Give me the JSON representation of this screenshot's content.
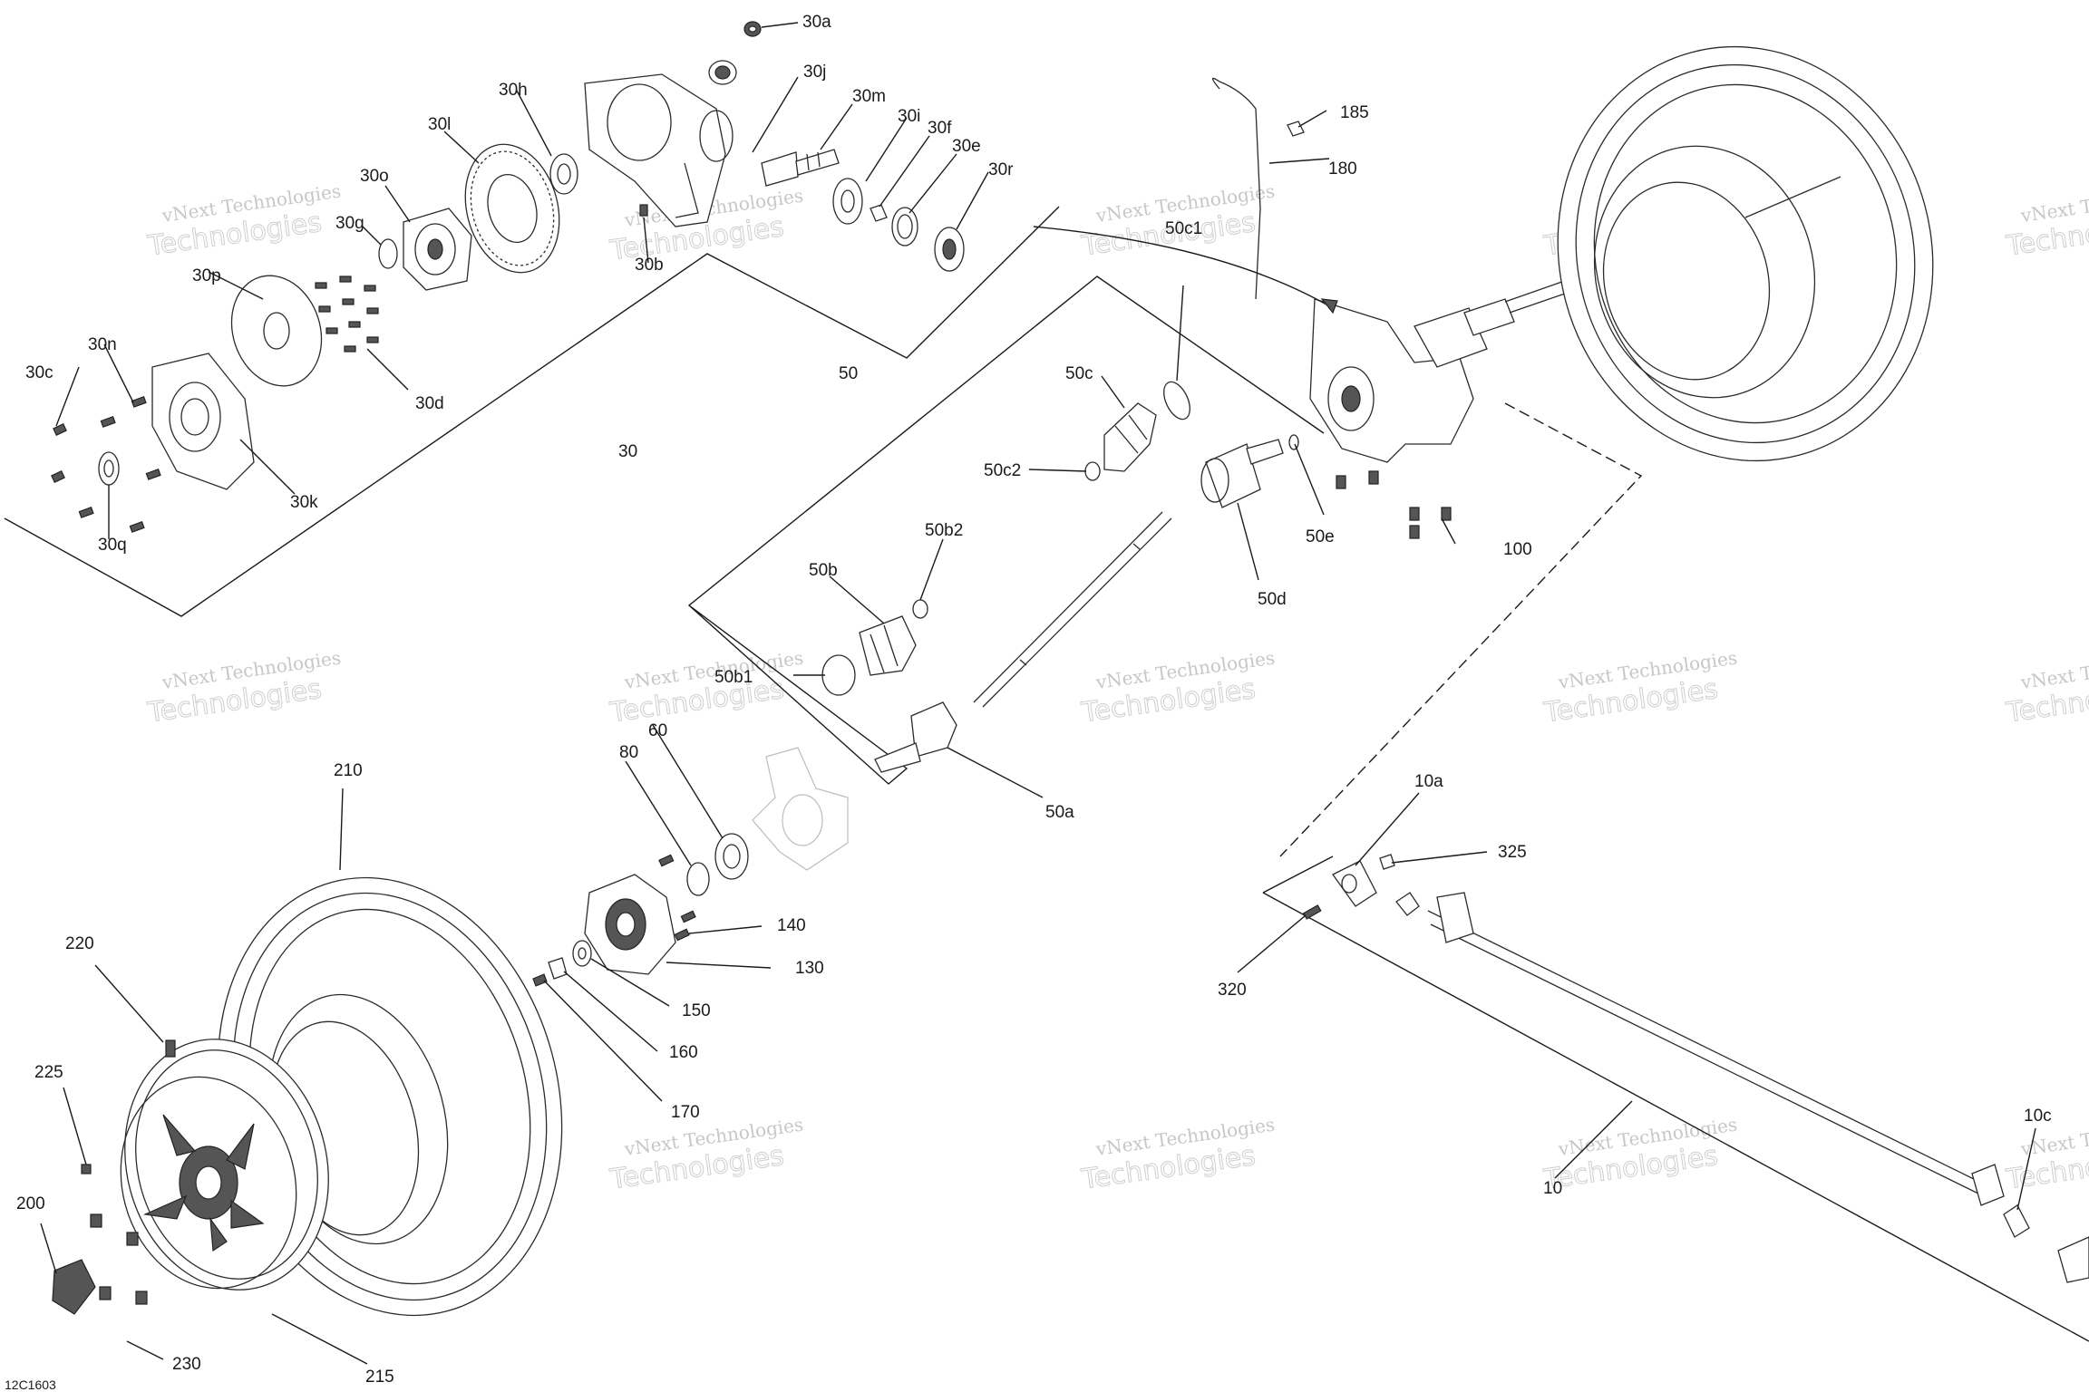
{
  "figure_code": "12C1603",
  "watermark_line1": "vNext Technologies",
  "watermark_line2": "Technologies",
  "callouts": {
    "c30": "30",
    "c30a": "30a",
    "c30b": "30b",
    "c30c": "30c",
    "c30d": "30d",
    "c30e": "30e",
    "c30f": "30f",
    "c30g": "30g",
    "c30h": "30h",
    "c30i": "30i",
    "c30j": "30j",
    "c30k": "30k",
    "c30l": "30l",
    "c30m": "30m",
    "c30n": "30n",
    "c30o": "30o",
    "c30p": "30p",
    "c30q": "30q",
    "c30r": "30r",
    "c50": "50",
    "c50a": "50a",
    "c50b": "50b",
    "c50b1": "50b1",
    "c50b2": "50b2",
    "c50c": "50c",
    "c50c1": "50c1",
    "c50c2": "50c2",
    "c50d": "50d",
    "c50e": "50e",
    "c60": "60",
    "c80": "80",
    "c100": "100",
    "c130": "130",
    "c140": "140",
    "c150": "150",
    "c160": "160",
    "c170": "170",
    "c180": "180",
    "c185": "185",
    "c200": "200",
    "c210": "210",
    "c215": "215",
    "c220": "220",
    "c225": "225",
    "c230": "230",
    "c320": "320",
    "c325": "325",
    "c10": "10",
    "c10a": "10a",
    "c10c": "10c"
  }
}
